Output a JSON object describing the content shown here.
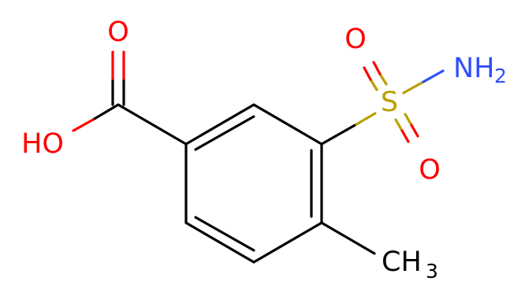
{
  "colors": {
    "bond": "#000000",
    "oxygen": "#ff0000",
    "nitrogen": "#3050f8",
    "sulfur": "#b8a000",
    "carbon_label": "#000000",
    "background": "#ffffff"
  },
  "atoms": {
    "carbonyl_o": {
      "label": "O"
    },
    "hydroxyl": {
      "label": "HO"
    },
    "sulfur": {
      "label": "S"
    },
    "sulfonyl_o_top": {
      "label": "O"
    },
    "sulfonyl_o_bottom": {
      "label": "O"
    },
    "amine": {
      "label": "NH",
      "subscript": "2"
    },
    "methyl": {
      "label": "CH",
      "subscript": "3"
    }
  }
}
